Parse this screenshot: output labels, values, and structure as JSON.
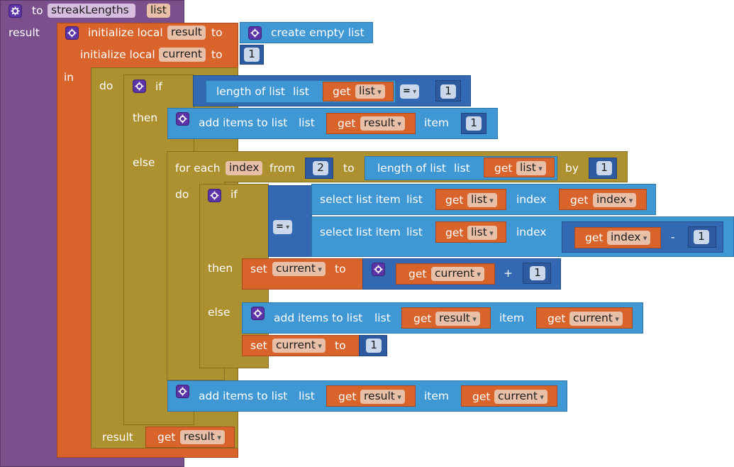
{
  "proc": {
    "to": "to",
    "name": "streakLengths",
    "param": "list",
    "result": "result",
    "in": "in"
  },
  "init1": {
    "label": "initialize local",
    "var": "result",
    "to": "to",
    "value": "create empty list"
  },
  "init2": {
    "label": "initialize local",
    "var": "current",
    "to": "to",
    "value": "1"
  },
  "do": {
    "label": "do"
  },
  "if1": {
    "if": "if",
    "then": "then",
    "else": "else",
    "len": "length of list",
    "list": "list",
    "get": "get",
    "var": "list",
    "op": "=",
    "num": "1"
  },
  "add1": {
    "label": "add items to list",
    "list": "list",
    "get": "get",
    "var": "result",
    "item": "item",
    "num": "1"
  },
  "foreach": {
    "label": "for each",
    "var": "index",
    "from": "from",
    "from_val": "2",
    "to": "to",
    "len": "length of list",
    "list": "list",
    "get": "get",
    "listvar": "list",
    "by": "by",
    "by_val": "1",
    "do": "do"
  },
  "if2": {
    "if": "if",
    "op": "=",
    "then": "then",
    "else": "else",
    "sel": "select list item",
    "list": "list",
    "get": "get",
    "listvar": "list",
    "index": "index",
    "idxvar": "index",
    "minus": "-",
    "num": "1"
  },
  "set1": {
    "set": "set",
    "var": "current",
    "to": "to",
    "get": "get",
    "getvar": "current",
    "plus": "+",
    "num": "1"
  },
  "add2": {
    "label": "add items to list",
    "list": "list",
    "get": "get",
    "var": "result",
    "item": "item",
    "itemvar": "current"
  },
  "set2": {
    "set": "set",
    "var": "current",
    "to": "to",
    "num": "1"
  },
  "add3": {
    "label": "add items to list",
    "list": "list",
    "get": "get",
    "var": "result",
    "item": "item",
    "itemvar": "current"
  },
  "ret": {
    "label": "result",
    "get": "get",
    "var": "result"
  }
}
